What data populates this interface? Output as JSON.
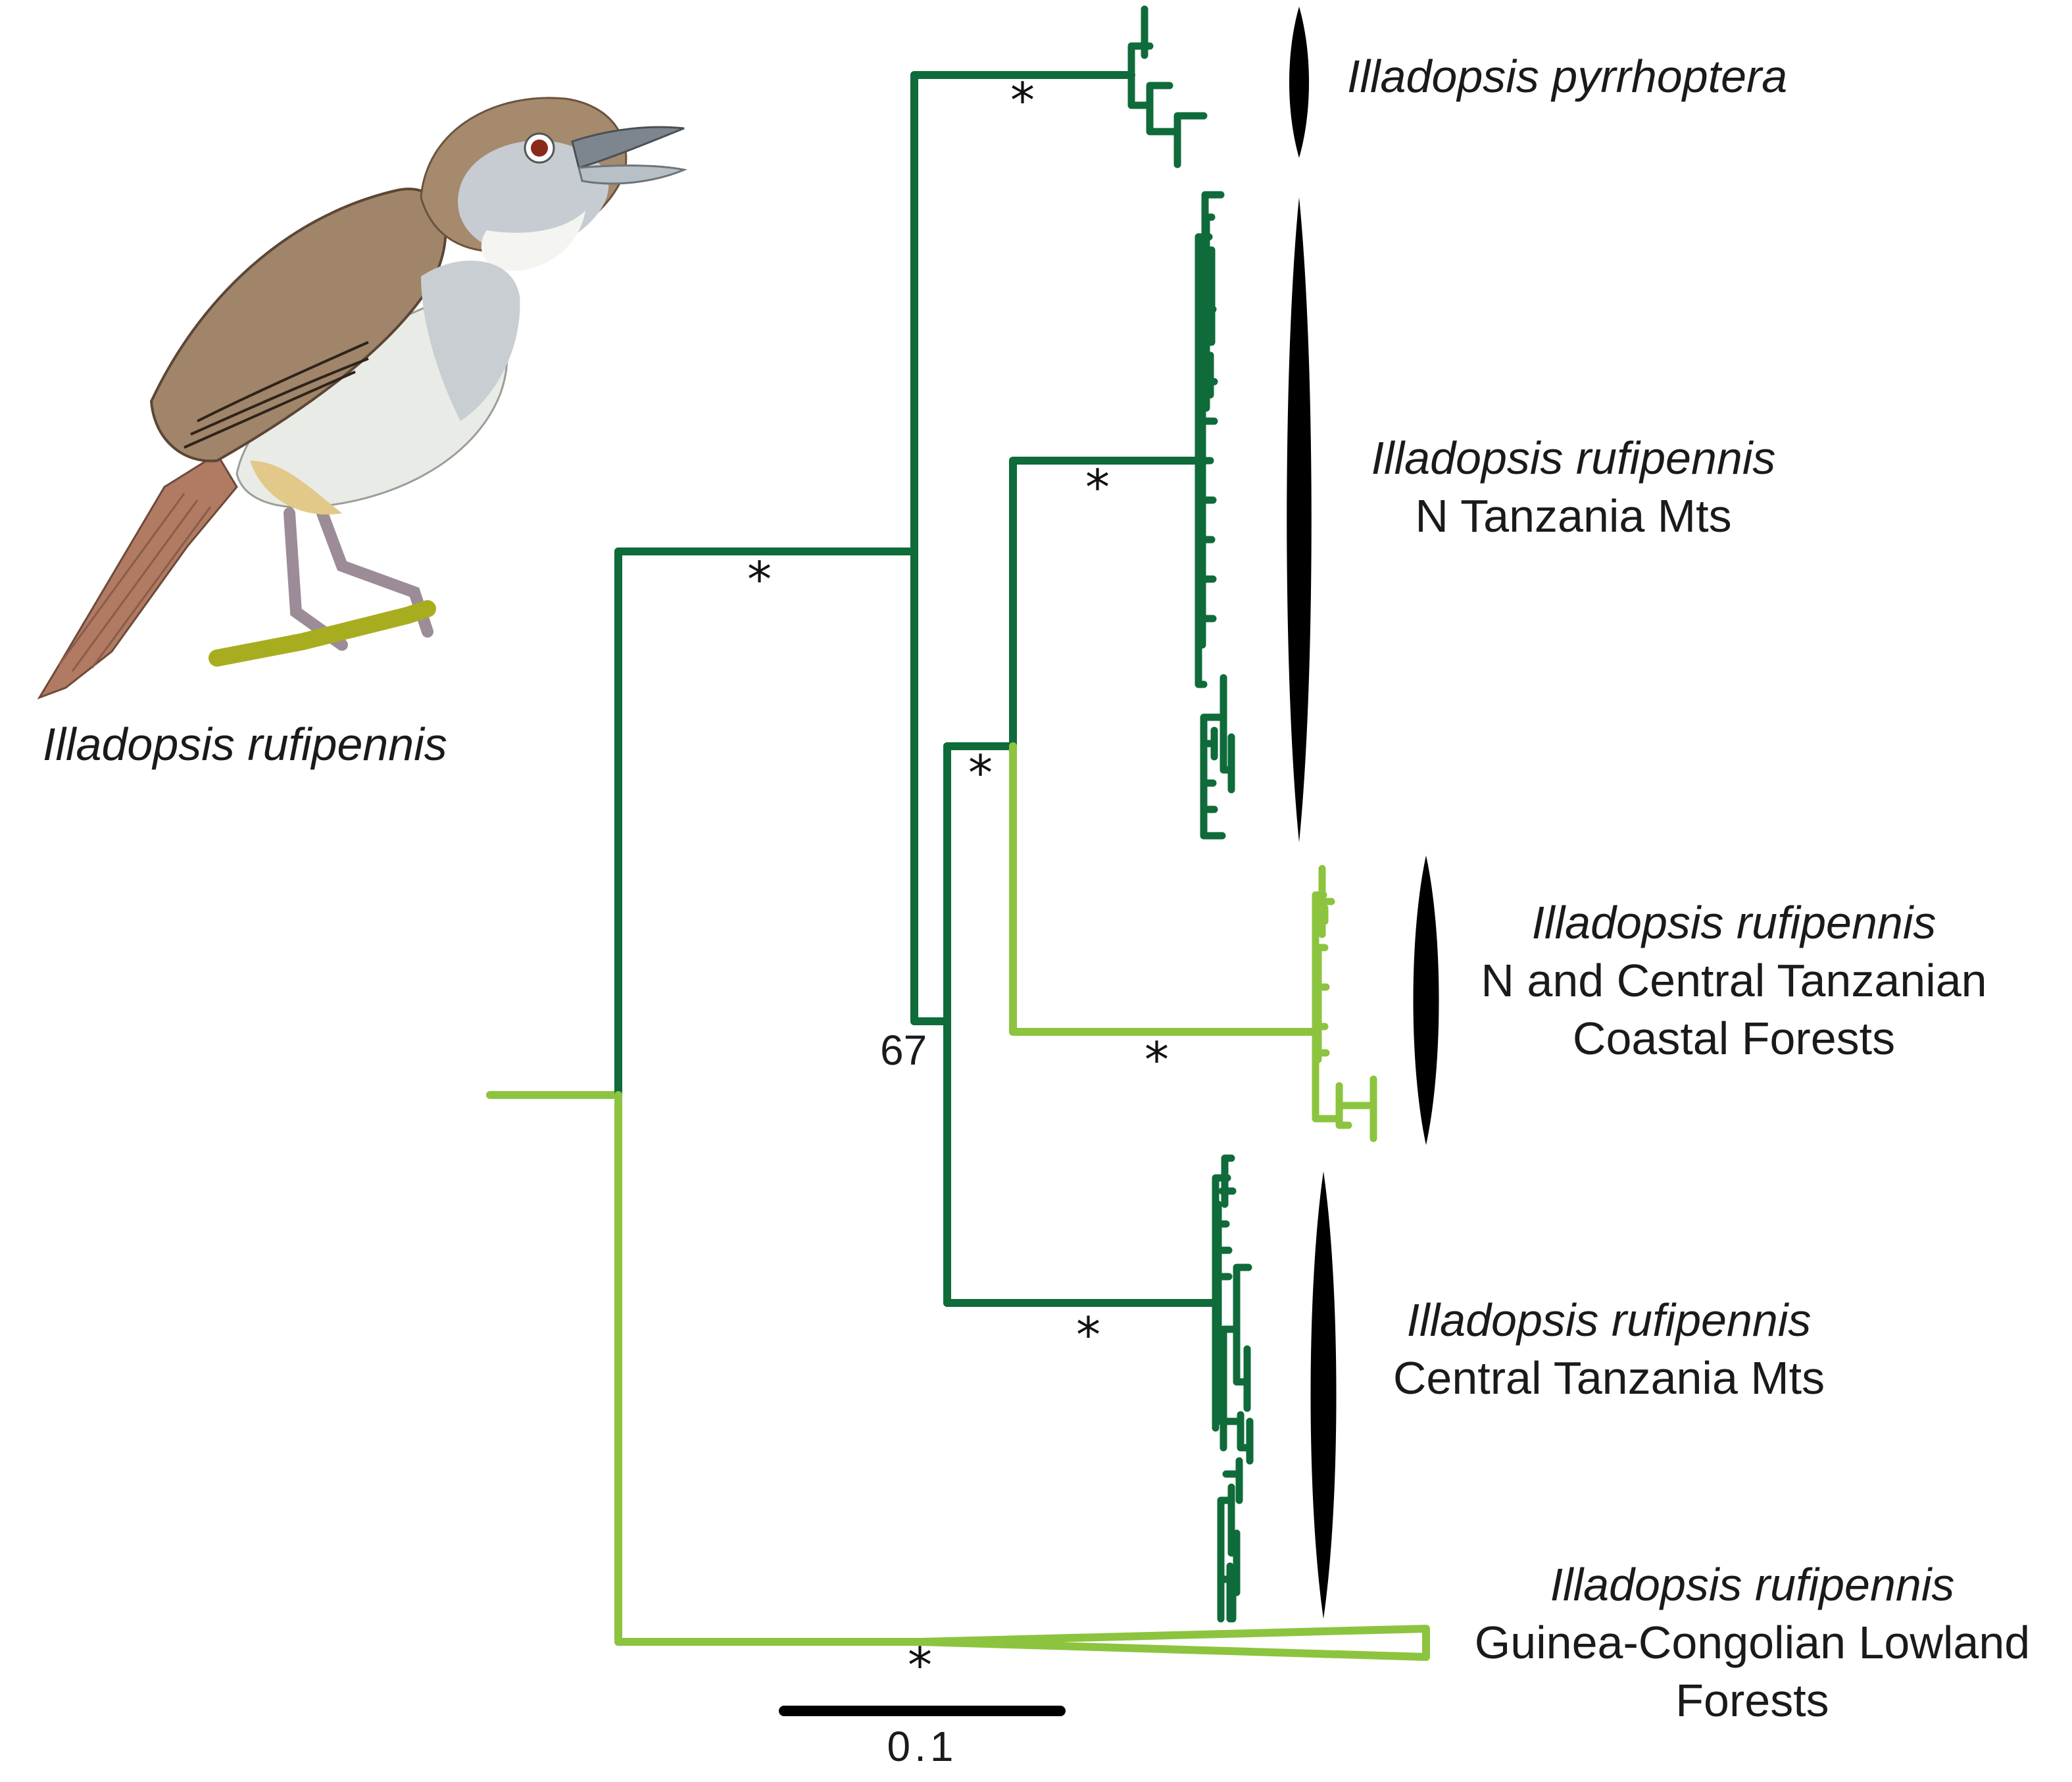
{
  "colors": {
    "dark_branch": "#0f6b3a",
    "light_branch": "#8cc43f",
    "clade_bar": "#000000"
  },
  "illustration": {
    "name": "bird-illustration",
    "caption": "Illadopsis rufipennis"
  },
  "clades": [
    {
      "species": "Illadopsis pyrrhoptera",
      "region": ""
    },
    {
      "species": "Illadopsis rufipennis",
      "region": "N Tanzania Mts"
    },
    {
      "species": "Illadopsis rufipennis",
      "region_lines": [
        "N and Central Tanzanian",
        "Coastal Forests"
      ]
    },
    {
      "species": "Illadopsis rufipennis",
      "region": "Central Tanzania Mts"
    },
    {
      "species": "Illadopsis rufipennis",
      "region_lines": [
        "Guinea-Congolian Lowland",
        "Forests"
      ]
    }
  ],
  "support": {
    "star": "*",
    "bootstrap_67": "67"
  },
  "scale_bar": {
    "label": "0.1"
  }
}
